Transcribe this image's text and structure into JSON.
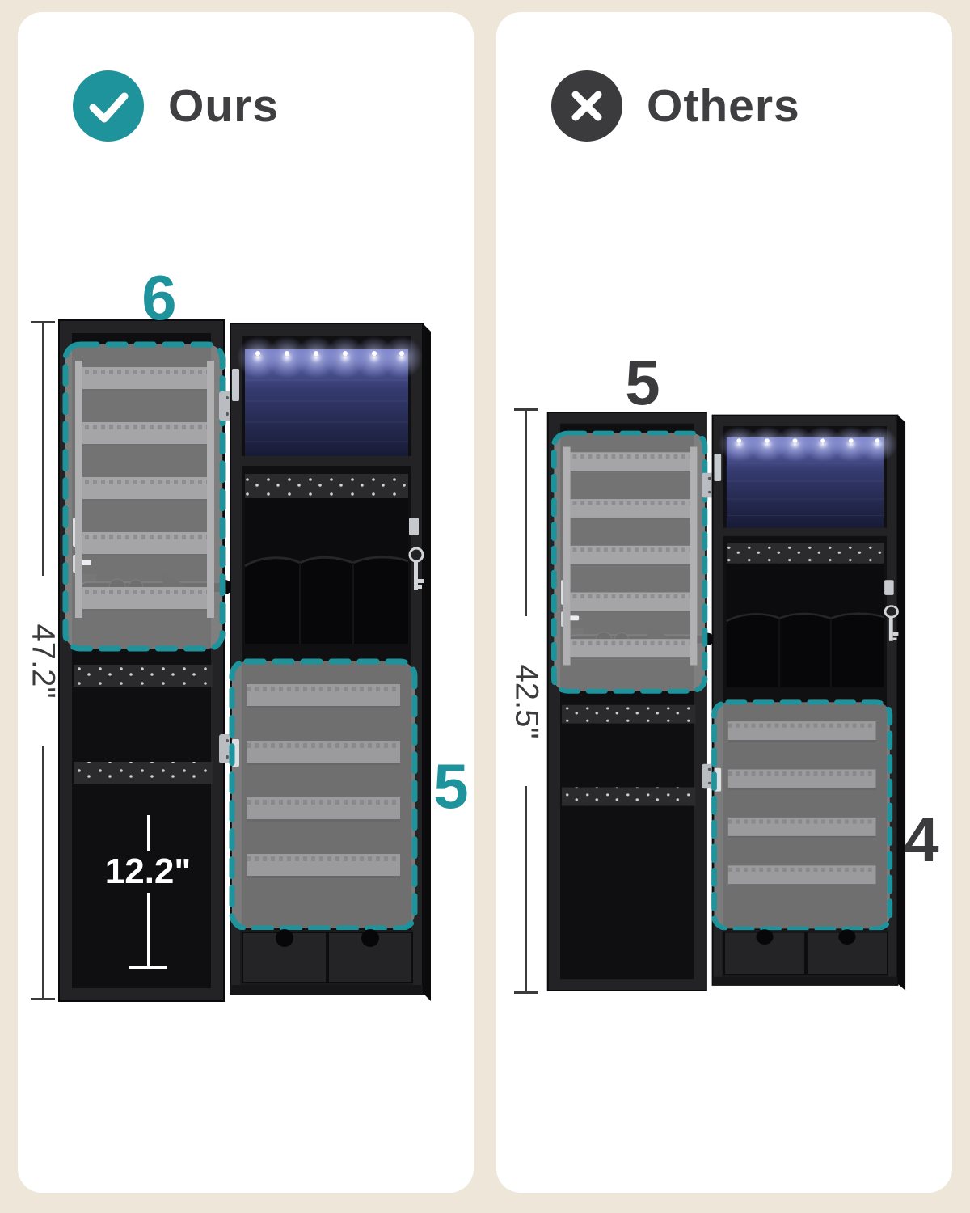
{
  "page": {
    "background_color": "#EDE6D9",
    "panel_color": "#FFFFFF"
  },
  "accent_colors": {
    "teal": "#1F939B",
    "dark": "#3B3B3D",
    "led_glow_blue": "#565DA8"
  },
  "ours": {
    "label": "Ours",
    "badge_icon": "check-icon",
    "door_shelf_count": "6",
    "body_shelf_count": "5",
    "cabinet_height": "47.2\"",
    "lower_clearance": "12.2\""
  },
  "others": {
    "label": "Others",
    "badge_icon": "x-icon",
    "door_shelf_count": "5",
    "body_shelf_count": "4",
    "cabinet_height": "42.5\""
  }
}
